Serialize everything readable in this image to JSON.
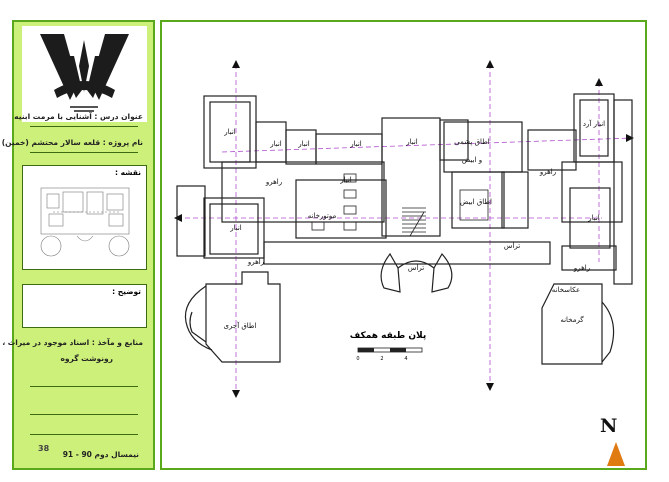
{
  "sidebar": {
    "course_title": "عنوان درس : آشنایی با مرمت ابنیه",
    "project_name": "نام پروژه : قلعه سالار محتشم (خمین)",
    "key_plan_label": "نقشه :",
    "description_label": "توضیح :",
    "sources_line1": "منابع و مآخذ : اسناد موجود در میراث ،",
    "sources_line2": "رونوشت گروه",
    "semester": "نیمسال دوم 90 - 91",
    "page_number": "38"
  },
  "plan": {
    "caption": "پلان طبقه همکف",
    "rooms": {
      "anbar_a": "انبار",
      "anbar_b": "انبار",
      "anbar_c": "انبار",
      "anbar_d": "انبار",
      "anbar_e": "انبار",
      "anbar_f": "انبار",
      "anbar_g": "انبار",
      "anbar_h": "انبار",
      "anbar_arad": "انبار آرد",
      "otagh_pashmi": "اطاق پشمی",
      "va_abyaz": "و ابیض",
      "otagh_abyaz": "اطاق ابیض",
      "motorkhaneh": "موتورخانه",
      "rahro_a": "راهرو",
      "rahro_b": "راهرو",
      "rahro_c": "راهرو",
      "rahro_d": "راهرو",
      "teras_a": "تراس",
      "teras_b": "تراس",
      "otagh_ajori": "اطاق آجری",
      "akaskhaneh": "عکاسخانه",
      "garmkhaneh": "گرمخانه"
    },
    "scale_ticks": [
      "0",
      "2",
      "4"
    ]
  },
  "north": {
    "letter": "N"
  },
  "colors": {
    "panel": "#cdf07a",
    "border": "#5aa81c",
    "axis": "#b04fd0",
    "north": "#e07b12"
  }
}
